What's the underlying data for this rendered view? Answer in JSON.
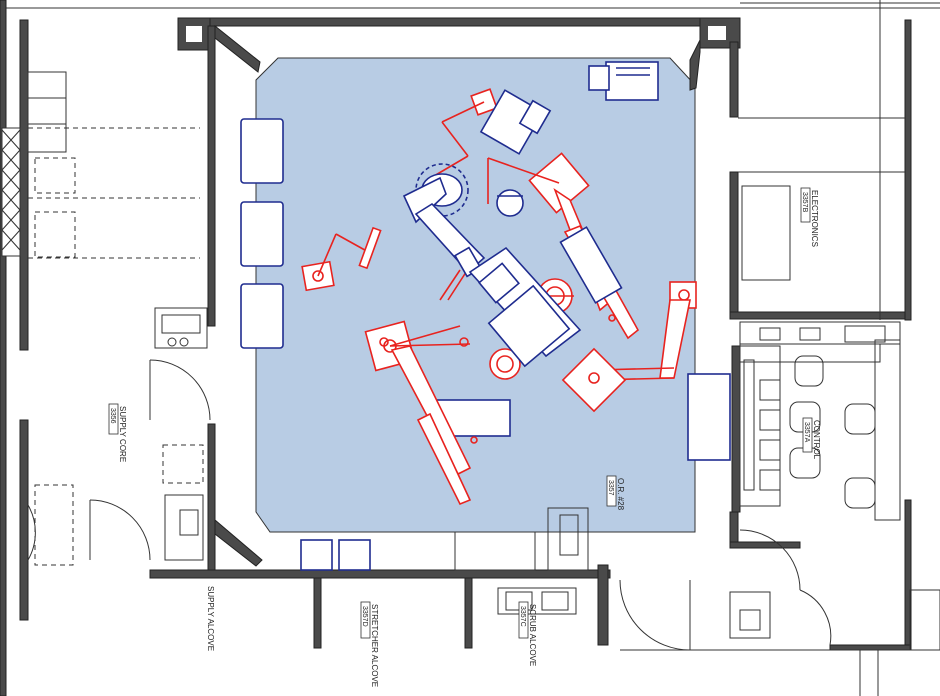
{
  "rooms": [
    {
      "id": "supply-core",
      "name": "SUPPLY CORE",
      "number": "3356"
    },
    {
      "id": "electronics",
      "name": "ELECTRONICS",
      "number": "3357B"
    },
    {
      "id": "control",
      "name": "CONTROL",
      "number": "3357A"
    },
    {
      "id": "or-28",
      "name": "O.R. #28",
      "number": "3357"
    },
    {
      "id": "supply-alcove",
      "name": "SUPPLY ALCOVE",
      "number": ""
    },
    {
      "id": "stretcher-alcove",
      "name": "STRETCHER ALCOVE",
      "number": "3357D"
    },
    {
      "id": "scrub-alcove",
      "name": "SCRUB ALCOVE",
      "number": "3357C"
    }
  ],
  "colors": {
    "or_floor": "#b8cce4",
    "equipment_red": "#e8231f",
    "equipment_blue": "#1f2c8f",
    "wall": "#4a4a4a"
  }
}
